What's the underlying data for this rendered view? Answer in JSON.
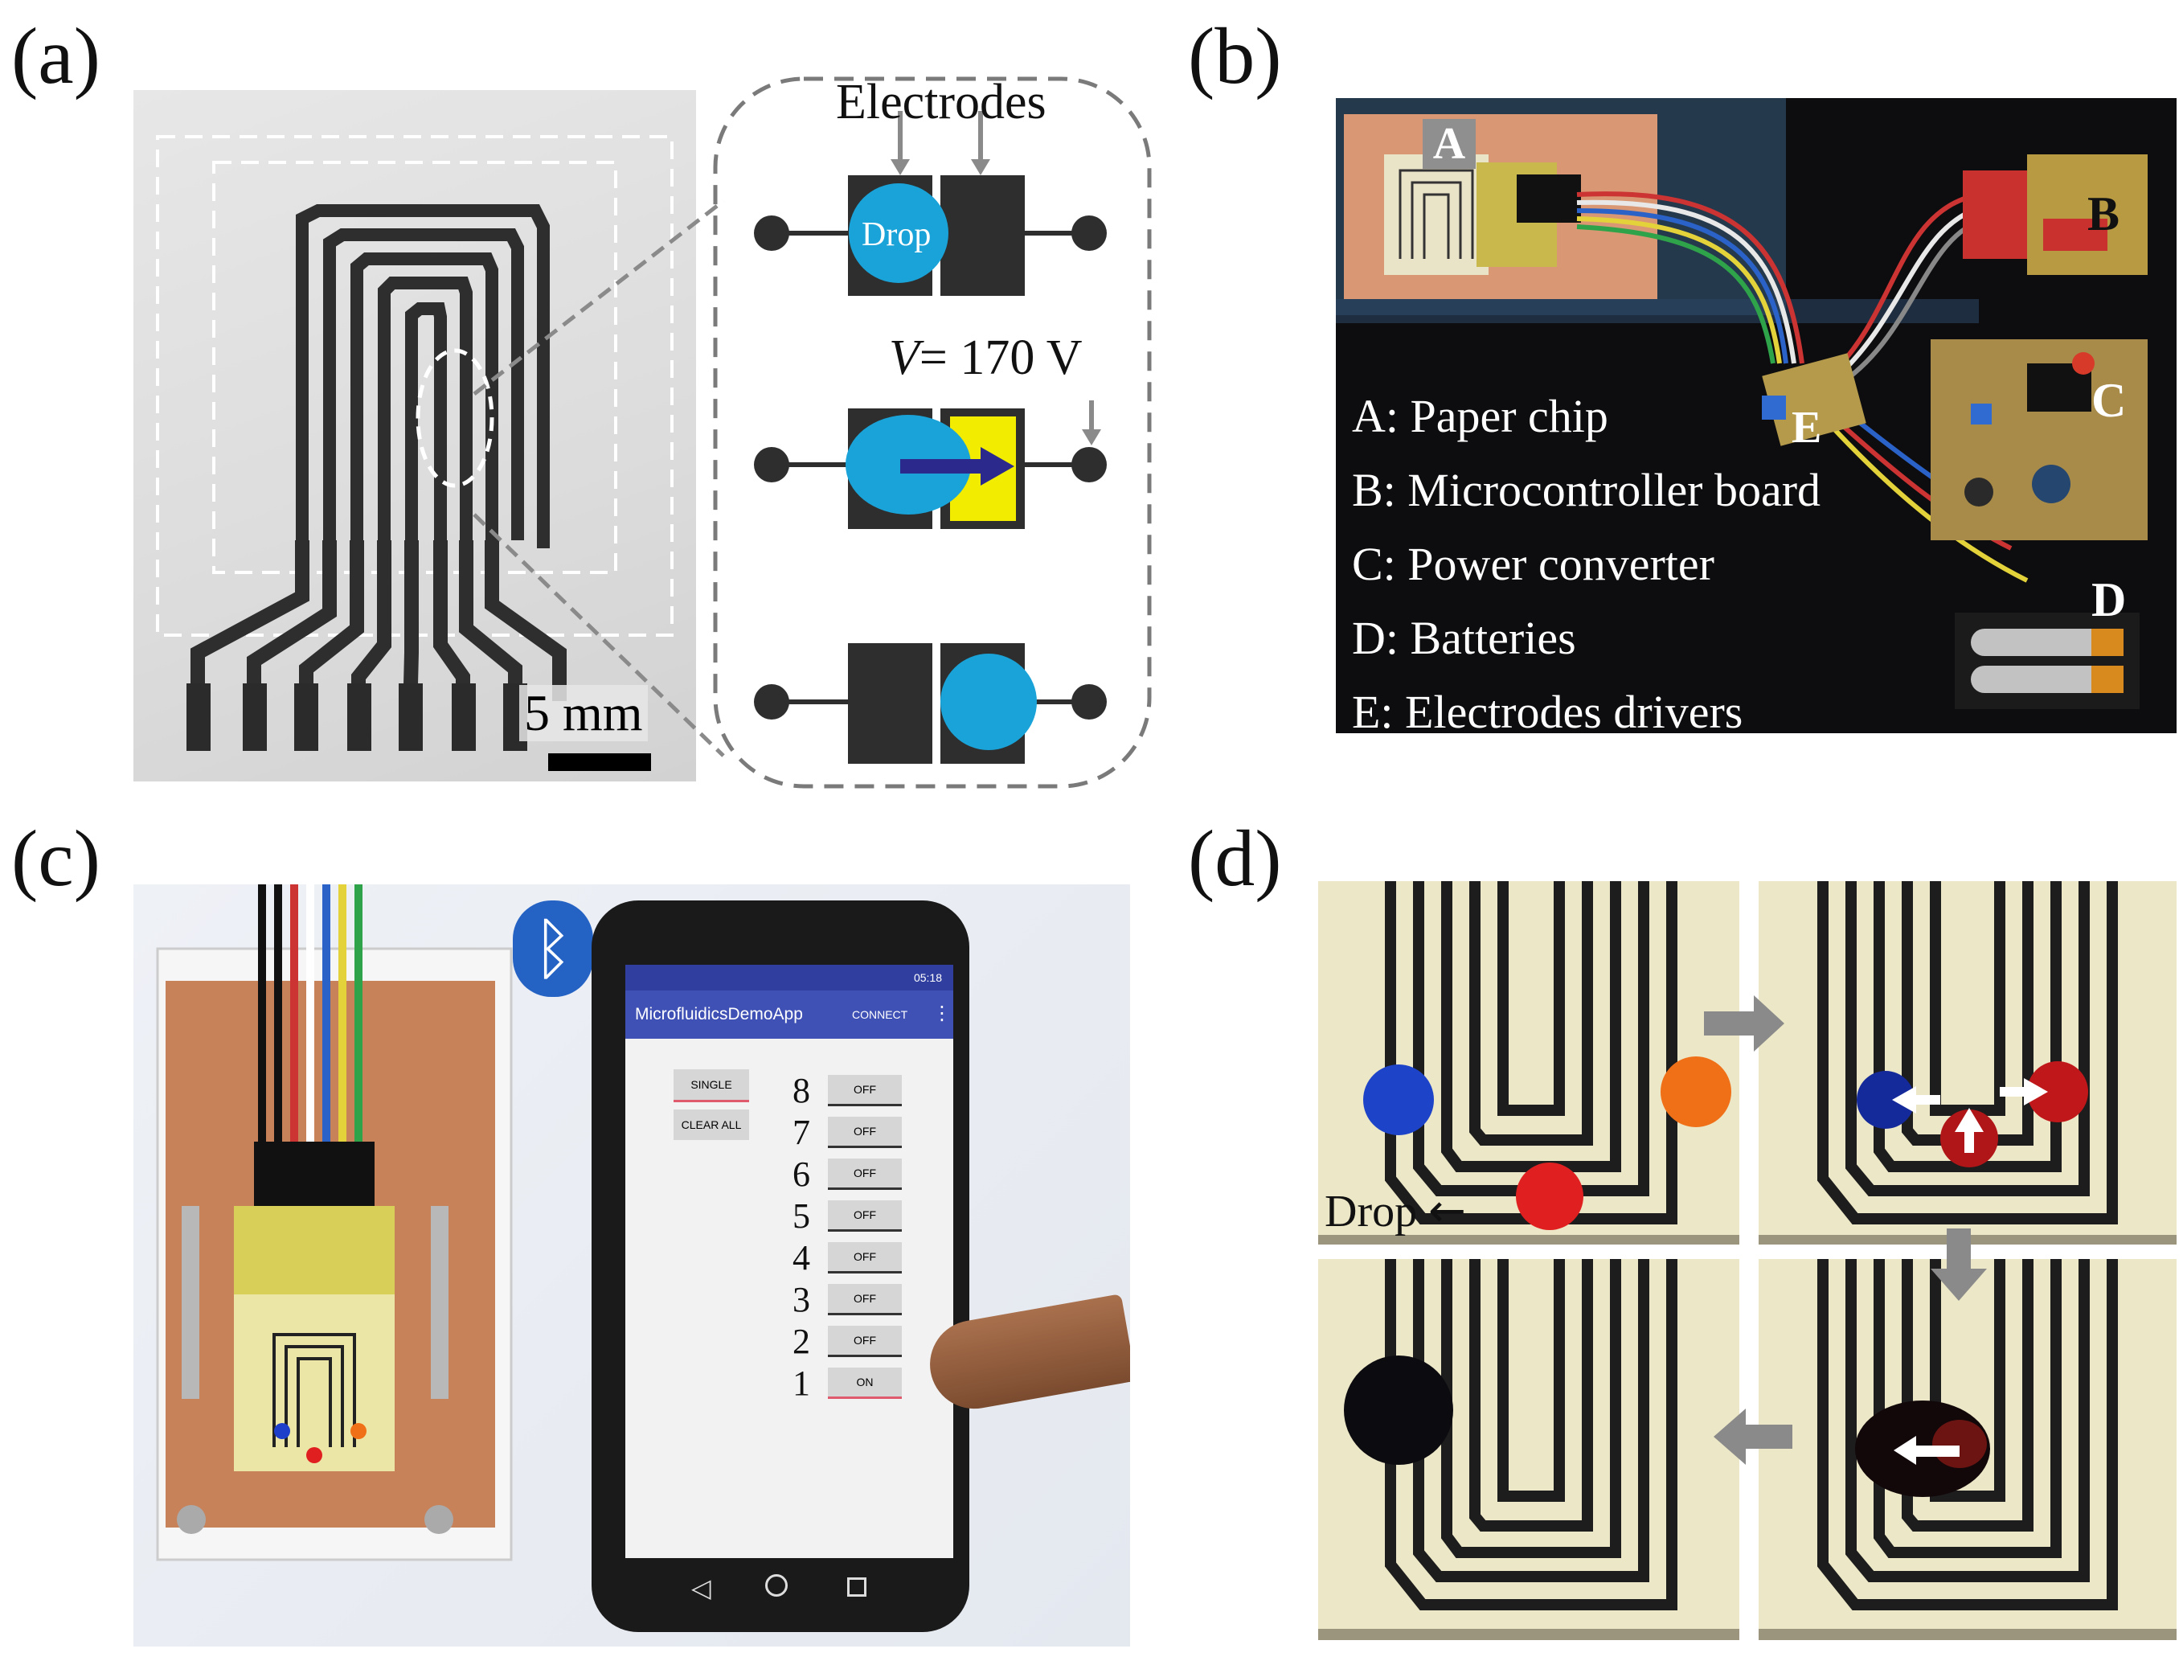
{
  "panels": {
    "a": {
      "label": "(a)",
      "electrodes_label": "Electrodes",
      "drop_label": "Drop",
      "voltage_var": "V",
      "voltage_value": "= 170 V",
      "scale_bar": "5 mm"
    },
    "b": {
      "label": "(b)",
      "tags": [
        "A",
        "B",
        "C",
        "D",
        "E"
      ],
      "legend": [
        "A: Paper chip",
        "B: Microcontroller board",
        "C: Power converter",
        "D: Batteries",
        "E: Electrodes drivers"
      ]
    },
    "c": {
      "label": "(c)",
      "status_time": "05:18",
      "app_title": "MicrofluidicsDemoApp",
      "connect_label": "CONNECT",
      "single_label": "SINGLE",
      "clear_all_label": "CLEAR ALL",
      "channels": [
        {
          "number": "8",
          "state": "OFF"
        },
        {
          "number": "7",
          "state": "OFF"
        },
        {
          "number": "6",
          "state": "OFF"
        },
        {
          "number": "5",
          "state": "OFF"
        },
        {
          "number": "4",
          "state": "OFF"
        },
        {
          "number": "3",
          "state": "OFF"
        },
        {
          "number": "2",
          "state": "OFF"
        },
        {
          "number": "1",
          "state": "ON"
        }
      ]
    },
    "d": {
      "label": "(d)",
      "drop_label": "Drop"
    }
  },
  "colors": {
    "electrode": "#2e2e2e",
    "drop": "#1aa3d8",
    "active_electrode": "#f2ec00",
    "arrow": "#2b2a8c",
    "app_bar": "#3f51b5",
    "copper": "#c8825a"
  }
}
